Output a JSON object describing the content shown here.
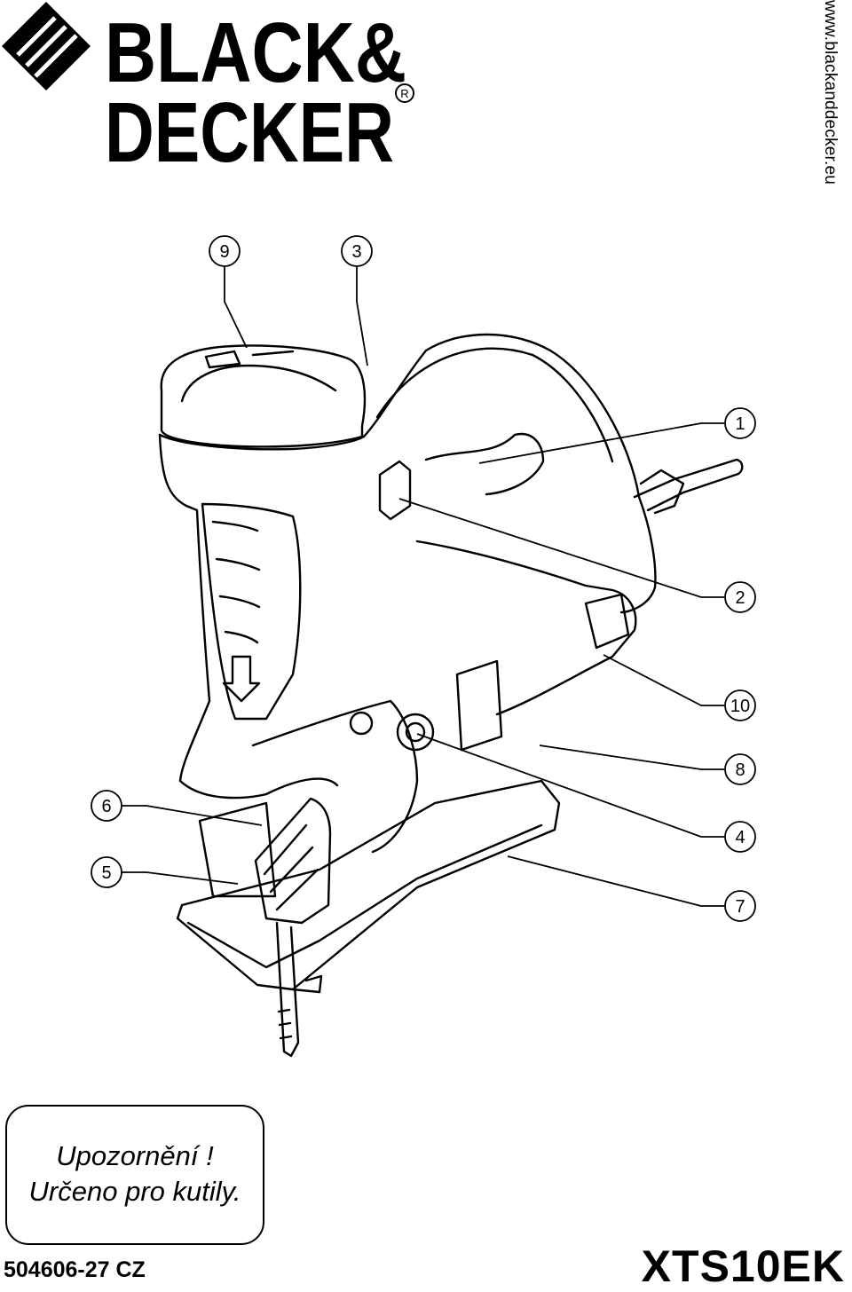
{
  "brand": {
    "logo_line1": "BLACK&",
    "logo_line2": "DECKER",
    "registered_mark": "R"
  },
  "website": "www.blackanddecker.eu",
  "callouts": [
    "9",
    "3",
    "1",
    "2",
    "10",
    "8",
    "6",
    "4",
    "5",
    "7"
  ],
  "warning": {
    "line1": "Upozornění !",
    "line2": "Určeno pro kutily."
  },
  "footer": {
    "doc_code": "504606-27 CZ",
    "model": "XTS10EK"
  }
}
